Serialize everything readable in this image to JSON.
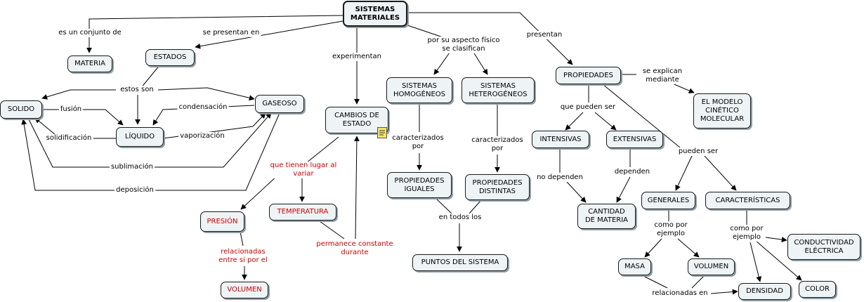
{
  "nodes": {
    "root": "SISTEMAS\nMATERIALES",
    "materia": "MATERIA",
    "estados": "ESTADOS",
    "solido": "SOLIDO",
    "liquido": "LÍQUIDO",
    "gaseoso": "GASEOSO",
    "cambios": "CAMBIOS DE\nESTADO",
    "presion": "PRESIÓN",
    "temperatura": "TEMPERATURA",
    "volumen_rojo": "VOLUMEN",
    "homogeneos": "SISTEMAS\nHOMOGÉNEOS",
    "heterogeneos": "SISTEMAS\nHETEROGÉNEOS",
    "prop_iguales": "PROPIEDADES\nIGUALES",
    "prop_distintas": "PROPIEDADES\nDISTINTAS",
    "puntos": "PUNTOS DEL SISTEMA",
    "propiedades": "PROPIEDADES",
    "modelo": "EL MODELO\nCINÉTICO\nMOLECULAR",
    "intensivas": "INTENSIVAS",
    "extensivas": "EXTENSIVAS",
    "cantidad": "CANTIDAD\nDE MATERIA",
    "generales": "GENERALES",
    "caracteristicas": "CARACTERÍSTICAS",
    "masa": "MASA",
    "volumen": "VOLUMEN",
    "conductividad": "CONDUCTIVIDAD\nELÉCTRICA",
    "densidad": "DENSIDAD",
    "color": "COLOR"
  },
  "labels": {
    "es_un_conjunto": "es un conjunto de",
    "se_presentan": "se presentan en",
    "experimentan": "experimentan",
    "aspecto_fisico": "por su aspecto físico\nse clasifican",
    "presentan": "presentan",
    "estos_son": "estos son",
    "fusion": "fusión",
    "condensacion": "condensación",
    "solidificacion": "solidificación",
    "vaporizacion": "vaporización",
    "sublimacion": "sublimación",
    "deposicion": "deposición",
    "lugar_variar": "que tienen lugar al\nvariar",
    "relacionadas_entre": "relacionadas\nentre si por el",
    "permanece": "permanece constante\ndurante",
    "caract_por_1": "caracterizados\npor",
    "caract_por_2": "caracterizados\npor",
    "en_todos": "en todos los",
    "se_explican": "se explican\nmediante",
    "que_pueden": "que pueden ser",
    "no_dependen": "no dependen",
    "dependen": "dependen",
    "pueden_ser": "pueden ser",
    "como_por_1": "como por\nejemplo",
    "como_por_2": "como por\nejemplo",
    "relacionadas_en": "relacionadas en"
  },
  "colors": {
    "node_fill": "#eef3f5",
    "node_border": "#1a1a1a",
    "line": "#000000",
    "highlight_text": "#cc0000"
  },
  "icons": {
    "note": "note-icon"
  }
}
